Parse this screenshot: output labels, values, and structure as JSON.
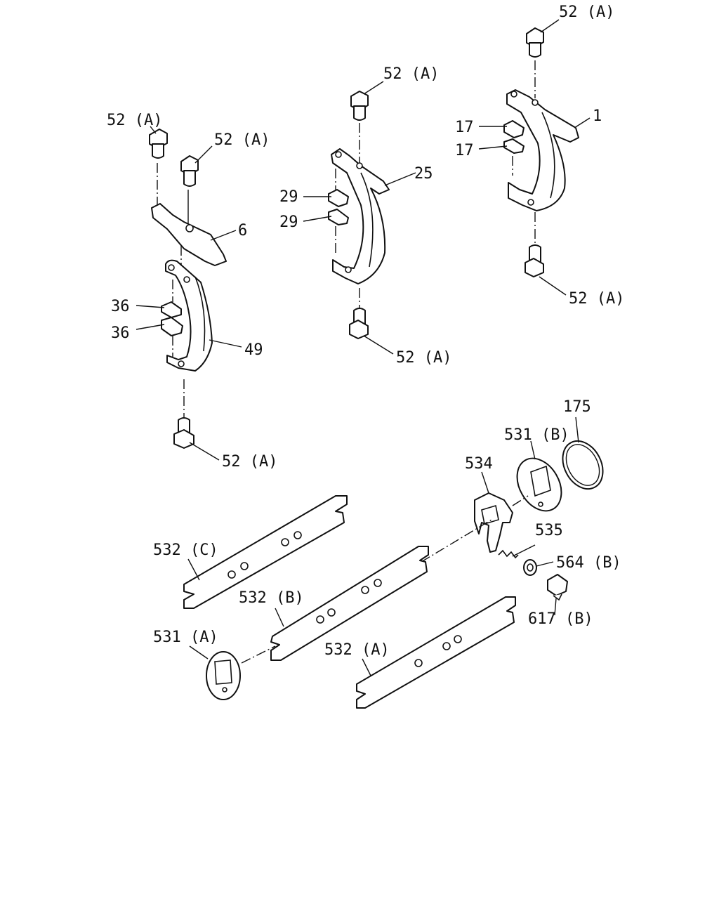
{
  "labels": {
    "bolt_left_top": "52 (A)",
    "bolt_left_second": "52 (A)",
    "bracket_6": "6",
    "key_36_upper": "36",
    "key_36_lower": "36",
    "fork_49": "49",
    "bolt_left_bottom": "52 (A)",
    "bolt_mid_top": "52 (A)",
    "bracket_25": "25",
    "key_29_upper": "29",
    "key_29_lower": "29",
    "bolt_mid_bottom": "52 (A)",
    "bolt_right_top": "52 (A)",
    "fork_1": "1",
    "key_17_upper": "17",
    "key_17_lower": "17",
    "bolt_right_bottom": "52 (A)",
    "ring_175": "175",
    "interlock_531b": "531 (B)",
    "plate_534": "534",
    "spring_535": "535",
    "washer_564b": "564 (B)",
    "plug_617b": "617 (B)",
    "rail_532c": "532 (C)",
    "rail_532b": "532 (B)",
    "interlock_531a": "531 (A)",
    "rail_532a": "532 (A)"
  }
}
